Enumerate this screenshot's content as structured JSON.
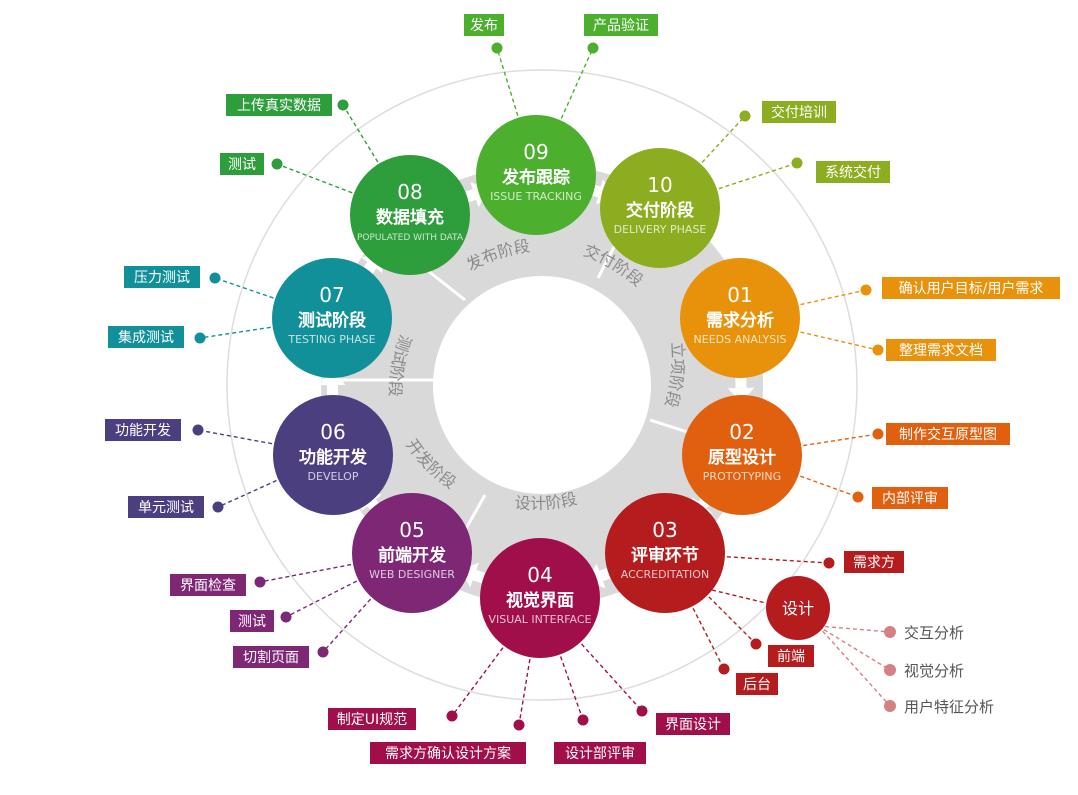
{
  "colors": {
    "s01": "#E8920C",
    "s02": "#E0600F",
    "s03": "#B41C1E",
    "s04": "#A10F4A",
    "s05": "#7E2775",
    "s06": "#4C3F80",
    "s07": "#11909A",
    "s08": "#2E9E3C",
    "s09": "#4CAF2E",
    "s10": "#8CAD1F",
    "design": "#B41C1E",
    "sub_design": "#D48184",
    "ring": "#D6D6D6",
    "ring_text": "#8A8A8A"
  },
  "phases": [
    {
      "key": "lixiang",
      "label": "立项阶段"
    },
    {
      "key": "sheji",
      "label": "设计阶段"
    },
    {
      "key": "kaifa",
      "label": "开发阶段"
    },
    {
      "key": "ceshi",
      "label": "测试阶段"
    },
    {
      "key": "fabu",
      "label": "发布阶段"
    },
    {
      "key": "jiaofu",
      "label": "交付阶段"
    }
  ],
  "steps": [
    {
      "id": "s01",
      "num": "01",
      "title": "需求分析",
      "en": "NEEDS ANALYSIS"
    },
    {
      "id": "s02",
      "num": "02",
      "title": "原型设计",
      "en": "PROTOTYPING"
    },
    {
      "id": "s03",
      "num": "03",
      "title": "评审环节",
      "en": "ACCREDITATION"
    },
    {
      "id": "s04",
      "num": "04",
      "title": "视觉界面",
      "en": "VISUAL INTERFACE"
    },
    {
      "id": "s05",
      "num": "05",
      "title": "前端开发",
      "en": "WEB DESIGNER"
    },
    {
      "id": "s06",
      "num": "06",
      "title": "功能开发",
      "en": "DEVELOP"
    },
    {
      "id": "s07",
      "num": "07",
      "title": "测试阶段",
      "en": "TESTING PHASE"
    },
    {
      "id": "s08",
      "num": "08",
      "title": "数据填充",
      "en": "POPULATED WITH DATA"
    },
    {
      "id": "s09",
      "num": "09",
      "title": "发布跟踪",
      "en": "ISSUE TRACKING"
    },
    {
      "id": "s10",
      "num": "10",
      "title": "交付阶段",
      "en": "DELIVERY PHASE"
    }
  ],
  "design_node": {
    "label": "设计"
  },
  "tasks": [
    {
      "step": "s09",
      "label": "发布"
    },
    {
      "step": "s09",
      "label": "产品验证"
    },
    {
      "step": "s10",
      "label": "交付培训"
    },
    {
      "step": "s10",
      "label": "系统交付"
    },
    {
      "step": "s01",
      "label": "确认用户目标/用户需求"
    },
    {
      "step": "s01",
      "label": "整理需求文档"
    },
    {
      "step": "s02",
      "label": "制作交互原型图"
    },
    {
      "step": "s02",
      "label": "内部评审"
    },
    {
      "step": "s03",
      "label": "需求方"
    },
    {
      "step": "s03",
      "label": "前端"
    },
    {
      "step": "s03",
      "label": "后台"
    },
    {
      "step": "s04",
      "label": "界面设计"
    },
    {
      "step": "s04",
      "label": "设计部评审"
    },
    {
      "step": "s04",
      "label": "需求方确认设计方案"
    },
    {
      "step": "s04",
      "label": "制定UI规范"
    },
    {
      "step": "s05",
      "label": "切割页面"
    },
    {
      "step": "s05",
      "label": "测试"
    },
    {
      "step": "s05",
      "label": "界面检查"
    },
    {
      "step": "s06",
      "label": "单元测试"
    },
    {
      "step": "s06",
      "label": "功能开发"
    },
    {
      "step": "s07",
      "label": "集成测试"
    },
    {
      "step": "s07",
      "label": "压力测试"
    },
    {
      "step": "s08",
      "label": "测试"
    },
    {
      "step": "s08",
      "label": "上传真实数据"
    }
  ],
  "design_subtasks": [
    {
      "label": "交互分析"
    },
    {
      "label": "视觉分析"
    },
    {
      "label": "用户特征分析"
    }
  ]
}
